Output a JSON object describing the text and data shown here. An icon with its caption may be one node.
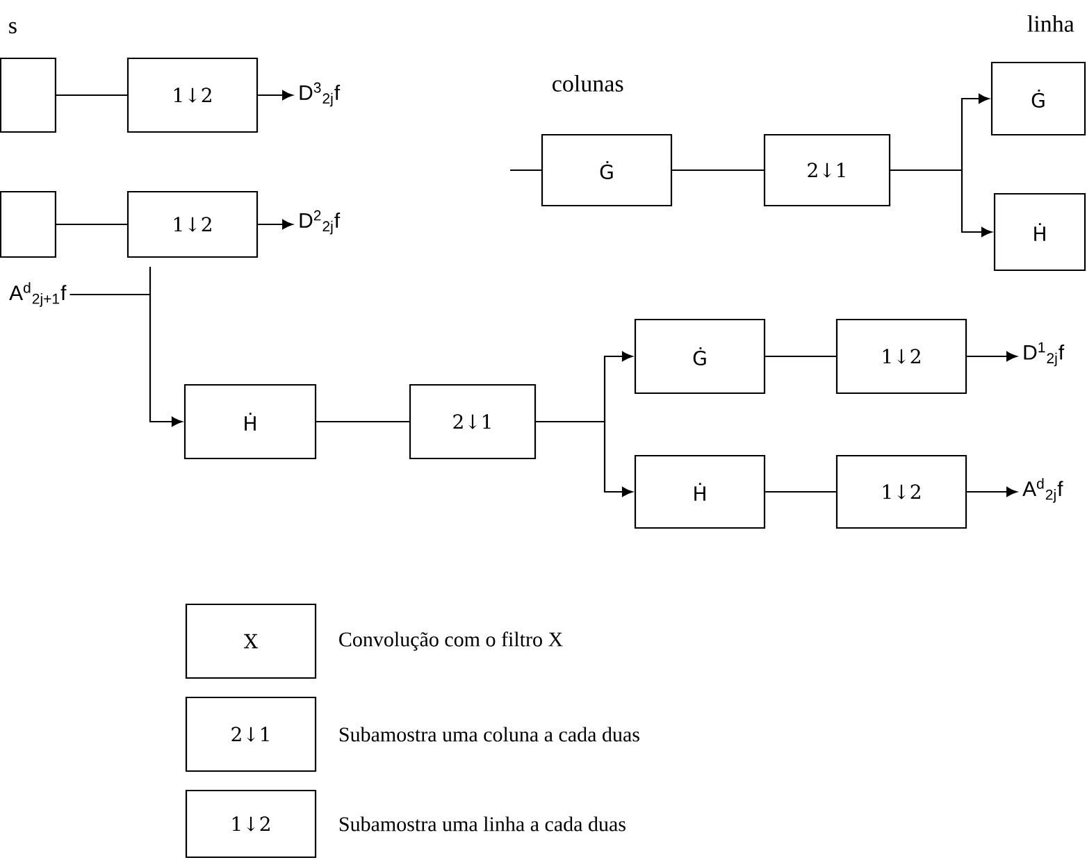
{
  "diagram": {
    "nodes": [
      {
        "text": [],
        "shape": "box"
      },
      {
        "text": [
          "1↓2"
        ]
      },
      {
        "text": [
          "D$^{3}$$_{2j}$f"
        ]
      },
      {
        "text": [],
        "shape": "box"
      },
      {
        "text": [
          "1↓2"
        ]
      },
      {
        "text": [
          "D$^{2}$$_{2j}$f"
        ]
      },
      {
        "text": [
          "A$^{d}$$_{2j+1}$f"
        ]
      },
      {
        "text": [
          "Ġ"
        ]
      },
      {
        "text": [
          "2↓1"
        ]
      },
      {
        "text": [
          "Ġ"
        ]
      },
      {
        "text": [
          "Ḣ"
        ]
      },
      {
        "text": [
          "Ḣ"
        ]
      },
      {
        "text": [
          "2↓1"
        ]
      },
      {
        "text": [
          "Ġ"
        ]
      },
      {
        "text": [
          "Ḣ"
        ]
      },
      {
        "text": [
          "1↓2"
        ]
      },
      {
        "text": [
          "1↓2"
        ]
      },
      {
        "text": [
          "D$^{1}$$_{2j}$f"
        ]
      },
      {
        "text": [
          "A$^{d}$$_{2j}$f"
        ]
      },
      {
        "text": [
          "X"
        ],
        "beside": [
          "Convolução com o filtro X"
        ]
      },
      {
        "text": [
          "2↓1"
        ],
        "beside": [
          "Subamostra uma coluna a cada duas"
        ]
      },
      {
        "text": [
          "1↓2"
        ],
        "beside": [
          "Subamostra uma linha a cada duas"
        ]
      }
    ],
    "edges": [
      {
        "from": 0,
        "to": 1,
        "arrow": "none"
      },
      {
        "from": 1,
        "to": 2,
        "arrow": "to"
      },
      {
        "from": 3,
        "to": 4,
        "arrow": "none"
      },
      {
        "from": 4,
        "to": 5,
        "arrow": "to"
      },
      {
        "from": null,
        "to": 7,
        "arrow": "none"
      },
      {
        "from": 7,
        "to": 8,
        "arrow": "none"
      },
      {
        "from": 8,
        "to": 9,
        "arrow": "to"
      },
      {
        "from": 8,
        "to": 10,
        "arrow": "to"
      },
      {
        "from": 6,
        "to": 11,
        "arrow": "to"
      },
      {
        "from": 11,
        "to": 12,
        "arrow": "none"
      },
      {
        "from": 12,
        "to": 13,
        "arrow": "to"
      },
      {
        "from": 12,
        "to": 14,
        "arrow": "to"
      },
      {
        "from": 13,
        "to": 15,
        "arrow": "none"
      },
      {
        "from": 14,
        "to": 16,
        "arrow": "none"
      },
      {
        "from": 15,
        "to": 17,
        "arrow": "to"
      },
      {
        "from": 16,
        "to": 18,
        "arrow": "to"
      }
    ],
    "labels": [
      "s",
      "colunas",
      "linha"
    ]
  }
}
